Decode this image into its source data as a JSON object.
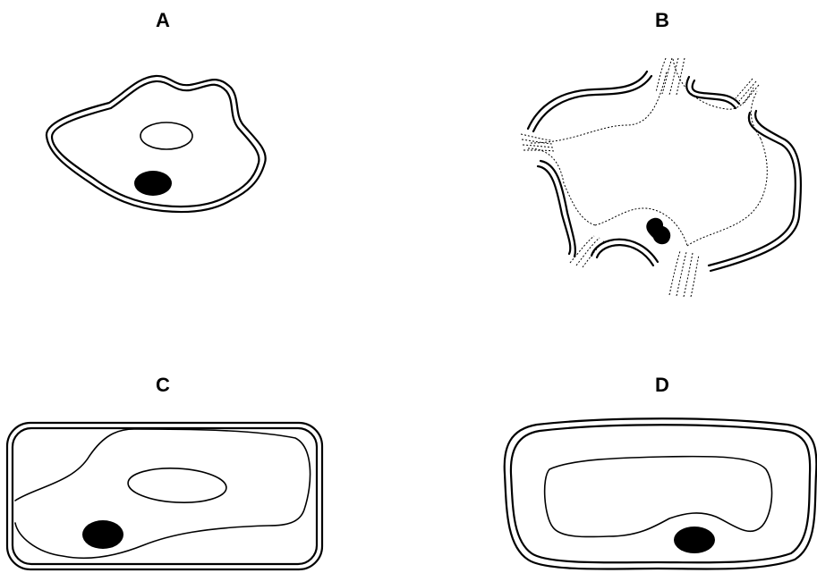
{
  "panels": {
    "a": {
      "label": "A"
    },
    "b": {
      "label": "B"
    },
    "c": {
      "label": "C"
    },
    "d": {
      "label": "D"
    }
  },
  "colors": {
    "stroke": "#000000",
    "fill": "#000000",
    "background": "#ffffff"
  }
}
